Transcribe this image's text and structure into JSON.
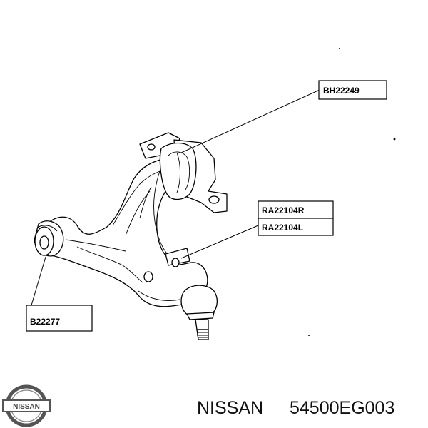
{
  "callouts": {
    "top_bushing": "BH22249",
    "ball_joint_right": "RA22104R",
    "ball_joint_left": "RA22104L",
    "front_bushing": "B22277"
  },
  "footer": {
    "brand": "NISSAN",
    "part_number": "54500EG003",
    "logo_text": "NISSAN"
  },
  "colors": {
    "line": "#000000",
    "caption": "#111111",
    "logo": "#444444"
  }
}
